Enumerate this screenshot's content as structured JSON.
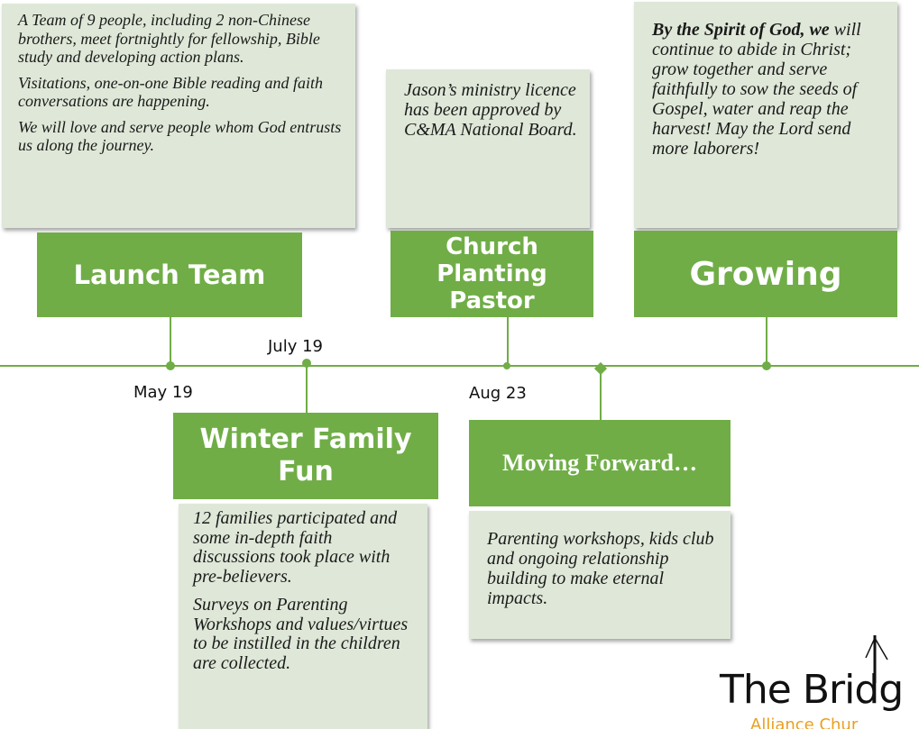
{
  "notes": {
    "launch_team": {
      "p1": "A Team of 9 people, including 2 non-Chinese brothers, meet fortnightly for fellowship, Bible study and developing action plans.",
      "p2": "Visitations, one-on-one Bible reading and faith conversations are happening.",
      "p3": "We will love and serve people whom God entrusts us along the journey."
    },
    "pastor": {
      "p1": "Jason’s ministry licence has been approved by C&MA National Board."
    },
    "growing": {
      "lead": "By the Spirit of God, we",
      "rest": "will continue to abide in Christ; grow together and serve faithfully to sow the seeds of Gospel, water and reap the harvest!  May the Lord send more laborers!"
    },
    "winter": {
      "p1": "12 families participated and some in-depth faith discussions took place with pre-believers.",
      "p2": "Surveys on Parenting Workshops and values/virtues to be instilled in the children are collected."
    },
    "moving": {
      "p1": "Parenting workshops, kids club and ongoing relationship building to make eternal impacts."
    }
  },
  "banners": {
    "launch_team": "Launch Team",
    "pastor": "Church Planting Pastor",
    "growing": "Growing",
    "winter": "Winter Family Fun",
    "moving": "Moving Forward…"
  },
  "dates": {
    "may19": "May 19",
    "july19": "July 19",
    "aug23": "Aug 23"
  },
  "logo": {
    "name": "The Bridg",
    "sub": "Alliance Chur"
  },
  "colors": {
    "accent": "#70ad47",
    "note_bg": "#dfe8d8",
    "logo_sub": "#e8a020"
  }
}
